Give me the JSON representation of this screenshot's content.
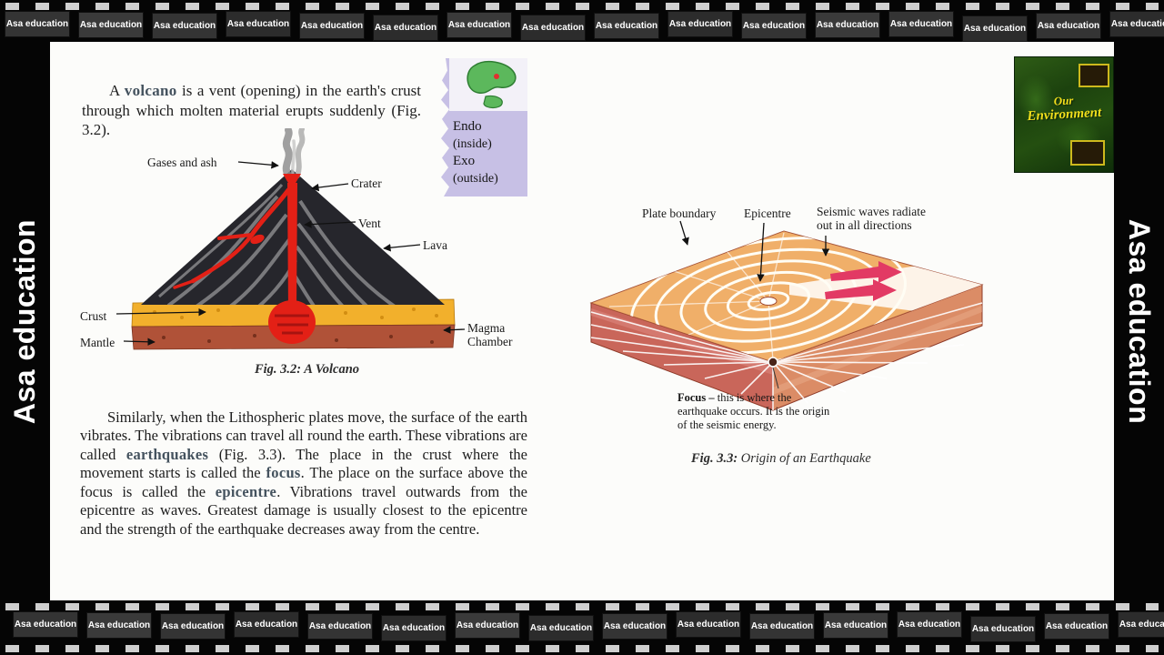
{
  "branding": {
    "label": "Asa education"
  },
  "filmstrip": {
    "label": "Asa education",
    "top_frames": 16,
    "bottom_frames": 16
  },
  "sidebar": {
    "left_label": "Asa education",
    "right_label": "Asa education"
  },
  "intro": {
    "segments": [
      {
        "text": "A ",
        "bold": false
      },
      {
        "text": "volcano",
        "bold": true
      },
      {
        "text": " is a vent (opening) in the earth's crust through which molten material erupts suddenly (Fig. 3.2).",
        "bold": false
      }
    ]
  },
  "note_box": {
    "lines": [
      "Endo",
      "(inside)",
      "Exo",
      "(outside)"
    ]
  },
  "book_cover": {
    "title_line1": "Our",
    "title_line2": "Environment"
  },
  "volcano_figure": {
    "labels": {
      "gases": "Gases and ash",
      "crater": "Crater",
      "vent": "Vent",
      "lava": "Lava",
      "crust": "Crust",
      "mantle": "Mantle",
      "magma_line1": "Magma",
      "magma_line2": "Chamber"
    },
    "caption_label": "Fig. 3.2:",
    "caption_title": " A Volcano"
  },
  "earthquake_figure": {
    "labels": {
      "plate_boundary": "Plate boundary",
      "epicentre": "Epicentre",
      "seismic_line1": "Seismic waves radiate",
      "seismic_line2": "out in all directions",
      "focus_bold": "Focus –",
      "focus_rest": " this is where the earthquake occurs. It is the origin of the seismic energy."
    },
    "caption_label": "Fig. 3.3:",
    "caption_title": " Origin of an Earthquake"
  },
  "body": {
    "segments": [
      {
        "text": "Similarly, when the Lithospheric plates move, the surface of the earth vibrates. The vibrations can travel all round the earth. These vibrations are called ",
        "bold": false
      },
      {
        "text": "earthquakes",
        "bold": true
      },
      {
        "text": " (Fig. 3.3). The place in the crust where the movement starts is called the ",
        "bold": false
      },
      {
        "text": "focus",
        "bold": true
      },
      {
        "text": ". The place on the surface above the focus is called the ",
        "bold": false
      },
      {
        "text": "epicentre",
        "bold": true
      },
      {
        "text": ". Vibrations travel outwards from the epicentre as waves. Greatest damage is usually closest to the epicentre and the strength of the earthquake decreases away from the centre.",
        "bold": false
      }
    ]
  }
}
